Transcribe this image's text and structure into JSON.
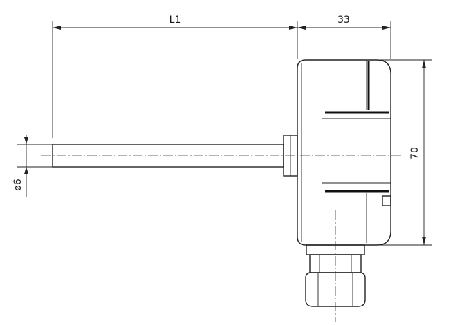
{
  "dimensions": {
    "length_label": "L1",
    "housing_depth_label": "33",
    "housing_height_label": "70",
    "probe_diameter_label": "ø6"
  },
  "colors": {
    "line": "#222222",
    "background": "#ffffff"
  }
}
